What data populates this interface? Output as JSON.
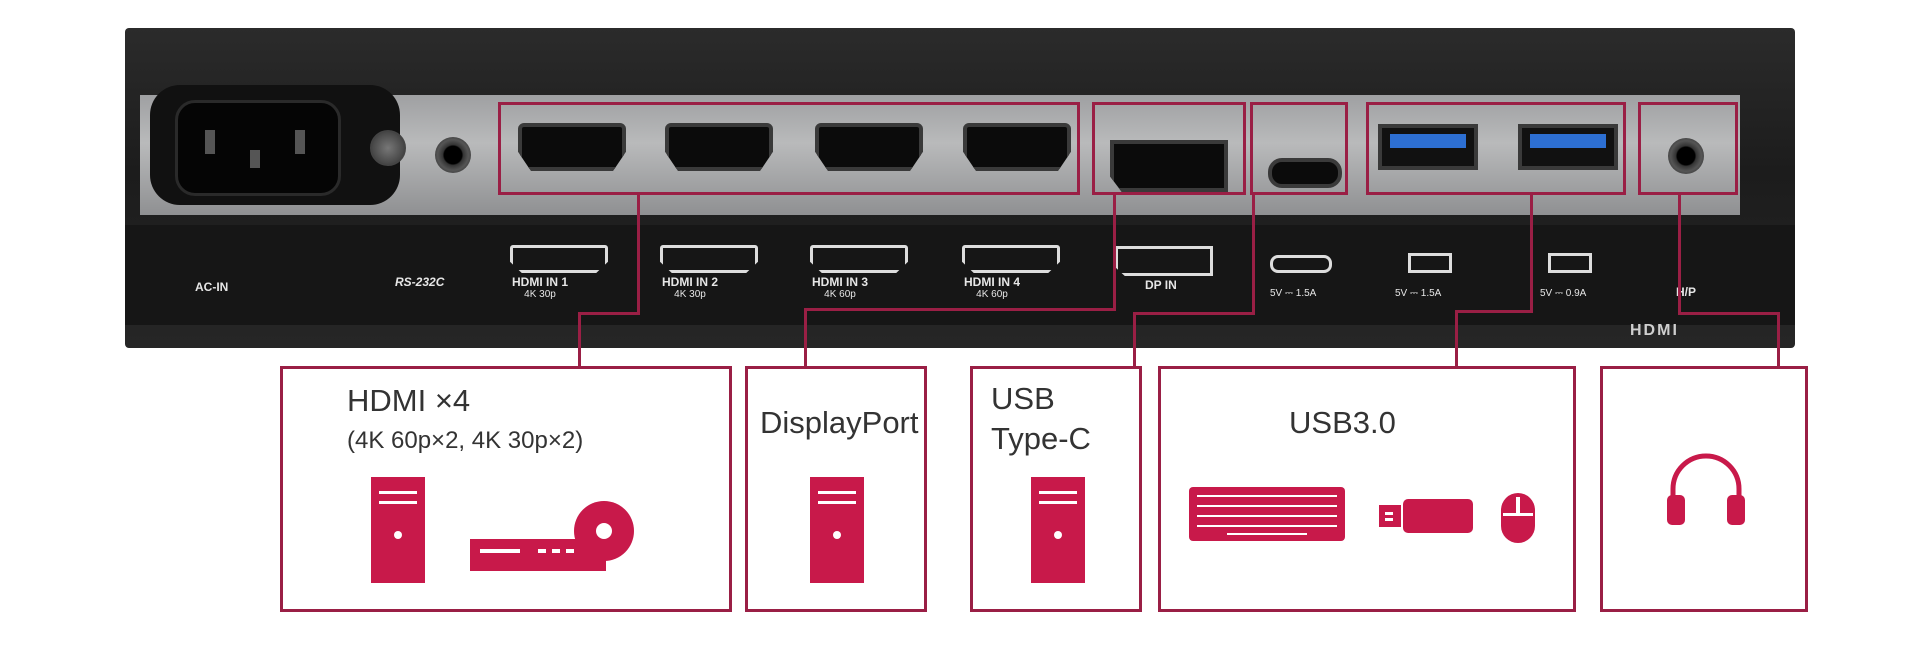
{
  "rear_panel": {
    "labels": {
      "ac_in": "AC-IN",
      "rs232c": "RS-232C",
      "hdmi1": "HDMI IN 1",
      "hdmi1_sub": "4K 30p",
      "hdmi2": "HDMI IN 2",
      "hdmi2_sub": "4K 30p",
      "hdmi3": "HDMI IN 3",
      "hdmi3_sub": "4K 60p",
      "hdmi4": "HDMI IN 4",
      "hdmi4_sub": "4K 60p",
      "dp_in": "DP IN",
      "usbc_power": "5V ⎓ 1.5A",
      "usb1_power": "5V ⎓ 1.5A",
      "usb2_power": "5V ⎓ 0.9A",
      "hp": "H/P",
      "hdmi_logo": "HDMI"
    }
  },
  "callouts": {
    "hdmi": {
      "title": "HDMI ×4",
      "subtitle": "(4K 60p×2, 4K 30p×2)"
    },
    "displayport": {
      "title": "DisplayPort"
    },
    "usbc": {
      "title_line1": "USB",
      "title_line2": "Type-C"
    },
    "usb3": {
      "title": "USB3.0"
    }
  },
  "colors": {
    "accent": "#9a1f45",
    "icon": "#c8194a"
  },
  "icons": [
    "pc-tower-icon",
    "dvd-player-icon",
    "keyboard-icon",
    "usb-stick-icon",
    "mouse-icon",
    "headphones-icon"
  ]
}
